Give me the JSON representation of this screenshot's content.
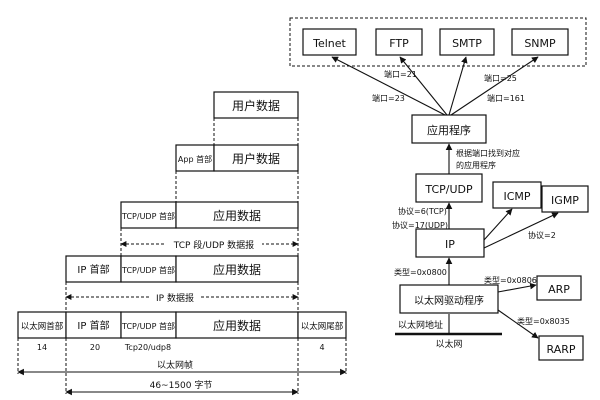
{
  "left_stack": {
    "row1": {
      "user_data": "用户数据"
    },
    "row2": {
      "app_header": "App 首部",
      "user_data": "用户数据"
    },
    "row3": {
      "tcp_udp_header": "TCP/UDP 首部",
      "app_data": "应用数据"
    },
    "tcp_udp_segment_label": "TCP 段/UDP 数据报",
    "row4": {
      "ip_header": "IP 首部",
      "tcp_udp_header": "TCP/UDP 首部",
      "app_data": "应用数据"
    },
    "ip_datagram_label": "IP 数据报",
    "row5": {
      "eth_header": "以太网首部",
      "ip_header": "IP 首部",
      "tcp_udp_header": "TCP/UDP 首部",
      "app_data": "应用数据",
      "eth_trailer": "以太网尾部"
    },
    "sizes": {
      "eth_header": "14",
      "ip_header": "20",
      "tcp_udp": "Tcp20/udp8",
      "eth_trailer": "4"
    },
    "ethernet_frame_label": "以太网帧",
    "payload_range_label": "46~1500 字节"
  },
  "right_stack": {
    "apps": [
      "Telnet",
      "FTP",
      "SMTP",
      "SNMP"
    ],
    "ports": {
      "telnet": "端口=23",
      "ftp": "端口=21",
      "smtp": "端口=25",
      "snmp": "端口=161"
    },
    "application": "应用程序",
    "demux_note_line1": "根据端口找到对应",
    "demux_note_line2": "的应用程序",
    "tcp_udp": "TCP/UDP",
    "icmp": "ICMP",
    "igmp": "IGMP",
    "proto_tcp": "协议=6(TCP)",
    "proto_udp": "协议=17(UDP)",
    "proto_igmp": "协议=2",
    "ip": "IP",
    "type_ip": "类型=0x0800",
    "driver": "以太网驱动程序",
    "type_arp": "类型=0x0806",
    "type_rarp": "类型=0x8035",
    "arp": "ARP",
    "rarp": "RARP",
    "eth_address": "以太网地址",
    "ethernet": "以太网"
  }
}
